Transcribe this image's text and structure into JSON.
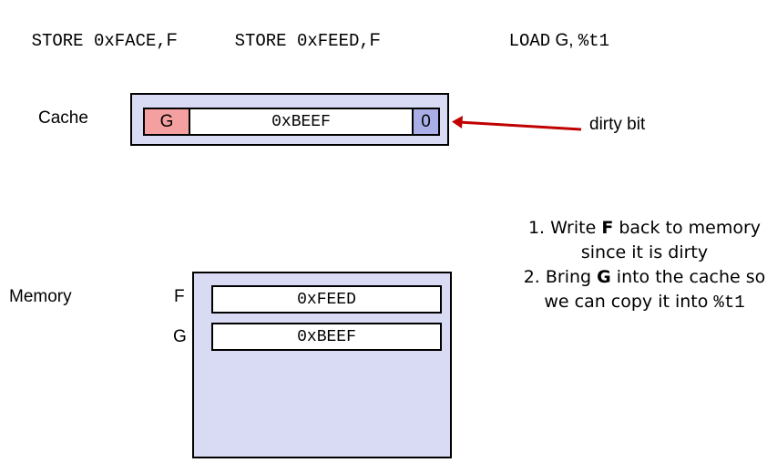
{
  "instructions": [
    {
      "op": "STORE 0xFACE,",
      "reg": "F"
    },
    {
      "op": "STORE 0xFEED,",
      "reg": "F"
    },
    {
      "op": "LOAD",
      "reg": "G, ",
      "reg2": "%t1"
    }
  ],
  "cache": {
    "label": "Cache",
    "tag": "G",
    "data": "0xBEEF",
    "dirty": "0",
    "dirty_label": "dirty bit"
  },
  "memory": {
    "label": "Memory",
    "rows": [
      {
        "addr": "F",
        "value": "0xFEED"
      },
      {
        "addr": "G",
        "value": "0xBEEF"
      }
    ]
  },
  "notes": {
    "line1_a": "1. Write ",
    "line1_b": "F",
    "line1_c": " back to memory",
    "line2": "since it is dirty",
    "line3_a": "2. Bring ",
    "line3_b": "G",
    "line3_c": " into the cache so",
    "line4_a": "we can copy it into ",
    "line4_b": "%t1"
  },
  "colors": {
    "box_fill": "#d9daf3",
    "tag_fill": "#f4a0a0",
    "dirty_fill": "#a9aee7",
    "arrow": "#c00000"
  }
}
